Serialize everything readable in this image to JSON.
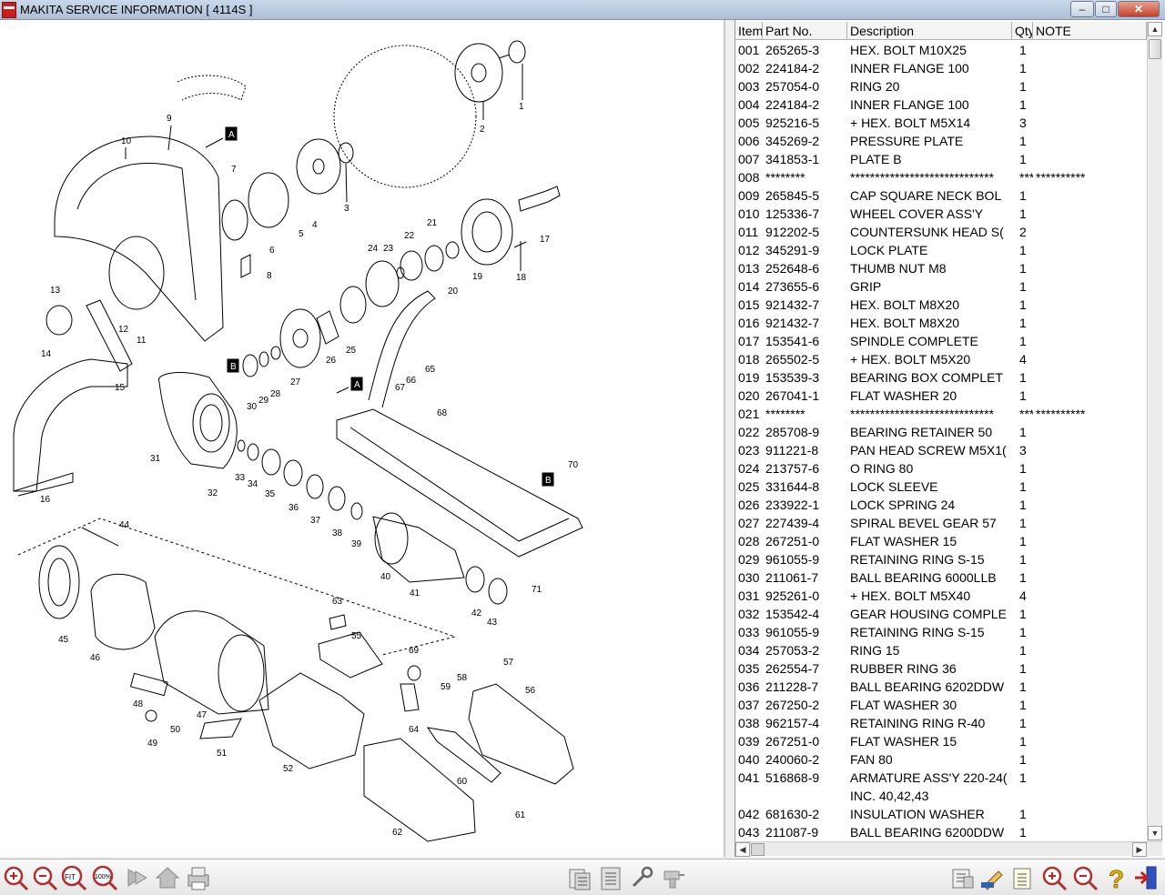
{
  "window": {
    "title": "MAKITA SERVICE INFORMATION [ 4114S ]",
    "minimize": "‒",
    "maximize": "□",
    "close": "✕"
  },
  "table": {
    "headers": {
      "item": "Item",
      "part": "Part No.",
      "desc": "Description",
      "qty": "Qty",
      "note": "NOTE"
    },
    "rows": [
      [
        "001",
        "265265-3",
        "HEX. BOLT M10X25",
        "1",
        ""
      ],
      [
        "002",
        "224184-2",
        "INNER FLANGE 100",
        "1",
        ""
      ],
      [
        "003",
        "257054-0",
        "RING 20",
        "1",
        ""
      ],
      [
        "004",
        "224184-2",
        "INNER FLANGE 100",
        "1",
        ""
      ],
      [
        "005",
        "925216-5",
        "+ HEX. BOLT M5X14",
        "3",
        ""
      ],
      [
        "006",
        "345269-2",
        "PRESSURE PLATE",
        "1",
        ""
      ],
      [
        "007",
        "341853-1",
        "PLATE B",
        "1",
        ""
      ],
      [
        "008",
        "********",
        "*****************************",
        "***",
        "**********"
      ],
      [
        "009",
        "265845-5",
        "CAP SQUARE NECK BOL",
        "1",
        ""
      ],
      [
        "010",
        "125336-7",
        "WHEEL COVER ASS'Y",
        "1",
        ""
      ],
      [
        "011",
        "912202-5",
        "COUNTERSUNK HEAD S(",
        "2",
        ""
      ],
      [
        "012",
        "345291-9",
        "LOCK PLATE",
        "1",
        ""
      ],
      [
        "013",
        "252648-6",
        "THUMB NUT M8",
        "1",
        ""
      ],
      [
        "014",
        "273655-6",
        "GRIP",
        "1",
        ""
      ],
      [
        "015",
        "921432-7",
        "HEX. BOLT M8X20",
        "1",
        ""
      ],
      [
        "016",
        "921432-7",
        "HEX. BOLT M8X20",
        "1",
        ""
      ],
      [
        "017",
        "153541-6",
        "SPINDLE COMPLETE",
        "1",
        ""
      ],
      [
        "018",
        "265502-5",
        "+ HEX. BOLT M5X20",
        "4",
        ""
      ],
      [
        "019",
        "153539-3",
        "BEARING BOX COMPLET",
        "1",
        ""
      ],
      [
        "020",
        "267041-1",
        "FLAT WASHER 20",
        "1",
        ""
      ],
      [
        "021",
        "********",
        "*****************************",
        "***",
        "**********"
      ],
      [
        "022",
        "285708-9",
        "BEARING RETAINER 50",
        "1",
        ""
      ],
      [
        "023",
        "911221-8",
        "PAN HEAD SCREW M5X1(",
        "3",
        ""
      ],
      [
        "024",
        "213757-6",
        "O RING 80",
        "1",
        ""
      ],
      [
        "025",
        "331644-8",
        "LOCK SLEEVE",
        "1",
        ""
      ],
      [
        "026",
        "233922-1",
        "LOCK SPRING 24",
        "1",
        ""
      ],
      [
        "027",
        "227439-4",
        "SPIRAL BEVEL GEAR 57",
        "1",
        ""
      ],
      [
        "028",
        "267251-0",
        "FLAT WASHER 15",
        "1",
        ""
      ],
      [
        "029",
        "961055-9",
        "RETAINING RING S-15",
        "1",
        ""
      ],
      [
        "030",
        "211061-7",
        "BALL BEARING 6000LLB",
        "1",
        ""
      ],
      [
        "031",
        "925261-0",
        "+ HEX. BOLT M5X40",
        "4",
        ""
      ],
      [
        "032",
        "153542-4",
        "GEAR HOUSING COMPLE",
        "1",
        ""
      ],
      [
        "033",
        "961055-9",
        "RETAINING RING S-15",
        "1",
        ""
      ],
      [
        "034",
        "257053-2",
        "RING 15",
        "1",
        ""
      ],
      [
        "035",
        "262554-7",
        "RUBBER RING 36",
        "1",
        ""
      ],
      [
        "036",
        "211228-7",
        "BALL BEARING 6202DDW",
        "1",
        ""
      ],
      [
        "037",
        "267250-2",
        "FLAT WASHER 30",
        "1",
        ""
      ],
      [
        "038",
        "962157-4",
        "RETAINING RING R-40",
        "1",
        ""
      ],
      [
        "039",
        "267251-0",
        "FLAT WASHER 15",
        "1",
        ""
      ],
      [
        "040",
        "240060-2",
        "FAN 80",
        "1",
        ""
      ],
      [
        "041",
        "516868-9",
        "ARMATURE ASS'Y 220-24(",
        "1",
        ""
      ],
      [
        "",
        "",
        "INC. 40,42,43",
        "",
        ""
      ],
      [
        "042",
        "681630-2",
        "INSULATION WASHER",
        "1",
        ""
      ],
      [
        "043",
        "211087-9",
        "BALL BEARING 6200DDW",
        "1",
        ""
      ]
    ]
  },
  "drawing": {
    "part_labels": [
      "1",
      "2",
      "3",
      "4",
      "5",
      "6",
      "7",
      "8",
      "9",
      "10",
      "11",
      "12",
      "13",
      "14",
      "15",
      "16",
      "17",
      "18",
      "19",
      "20",
      "21",
      "22",
      "23",
      "24",
      "25",
      "26",
      "27",
      "28",
      "29",
      "30",
      "31",
      "32",
      "33",
      "34",
      "35",
      "36",
      "37",
      "38",
      "39",
      "40",
      "41",
      "42",
      "43",
      "44",
      "45",
      "46",
      "47",
      "48",
      "49",
      "50",
      "51",
      "52",
      "55",
      "56",
      "57",
      "58",
      "59",
      "60",
      "61",
      "62",
      "63",
      "64",
      "65",
      "66",
      "67",
      "68",
      "69",
      "70",
      "71"
    ],
    "view_markers": [
      "A",
      "A",
      "B",
      "B"
    ]
  },
  "toolbar": {
    "left": [
      "zoom-in-icon",
      "zoom-out-icon",
      "zoom-fit-icon",
      "zoom-100-icon",
      "page-forward-icon",
      "home-icon",
      "print-icon"
    ],
    "center": [
      "parts-list-icon",
      "document-icon",
      "tools-icon",
      "drill-icon"
    ],
    "right": [
      "report-icon",
      "edit-icon",
      "notes-icon",
      "zoom-in-icon",
      "zoom-out-icon",
      "help-icon",
      "exit-icon"
    ],
    "fit_label": "FIT",
    "full_label": "100%",
    "help_label": "?"
  }
}
